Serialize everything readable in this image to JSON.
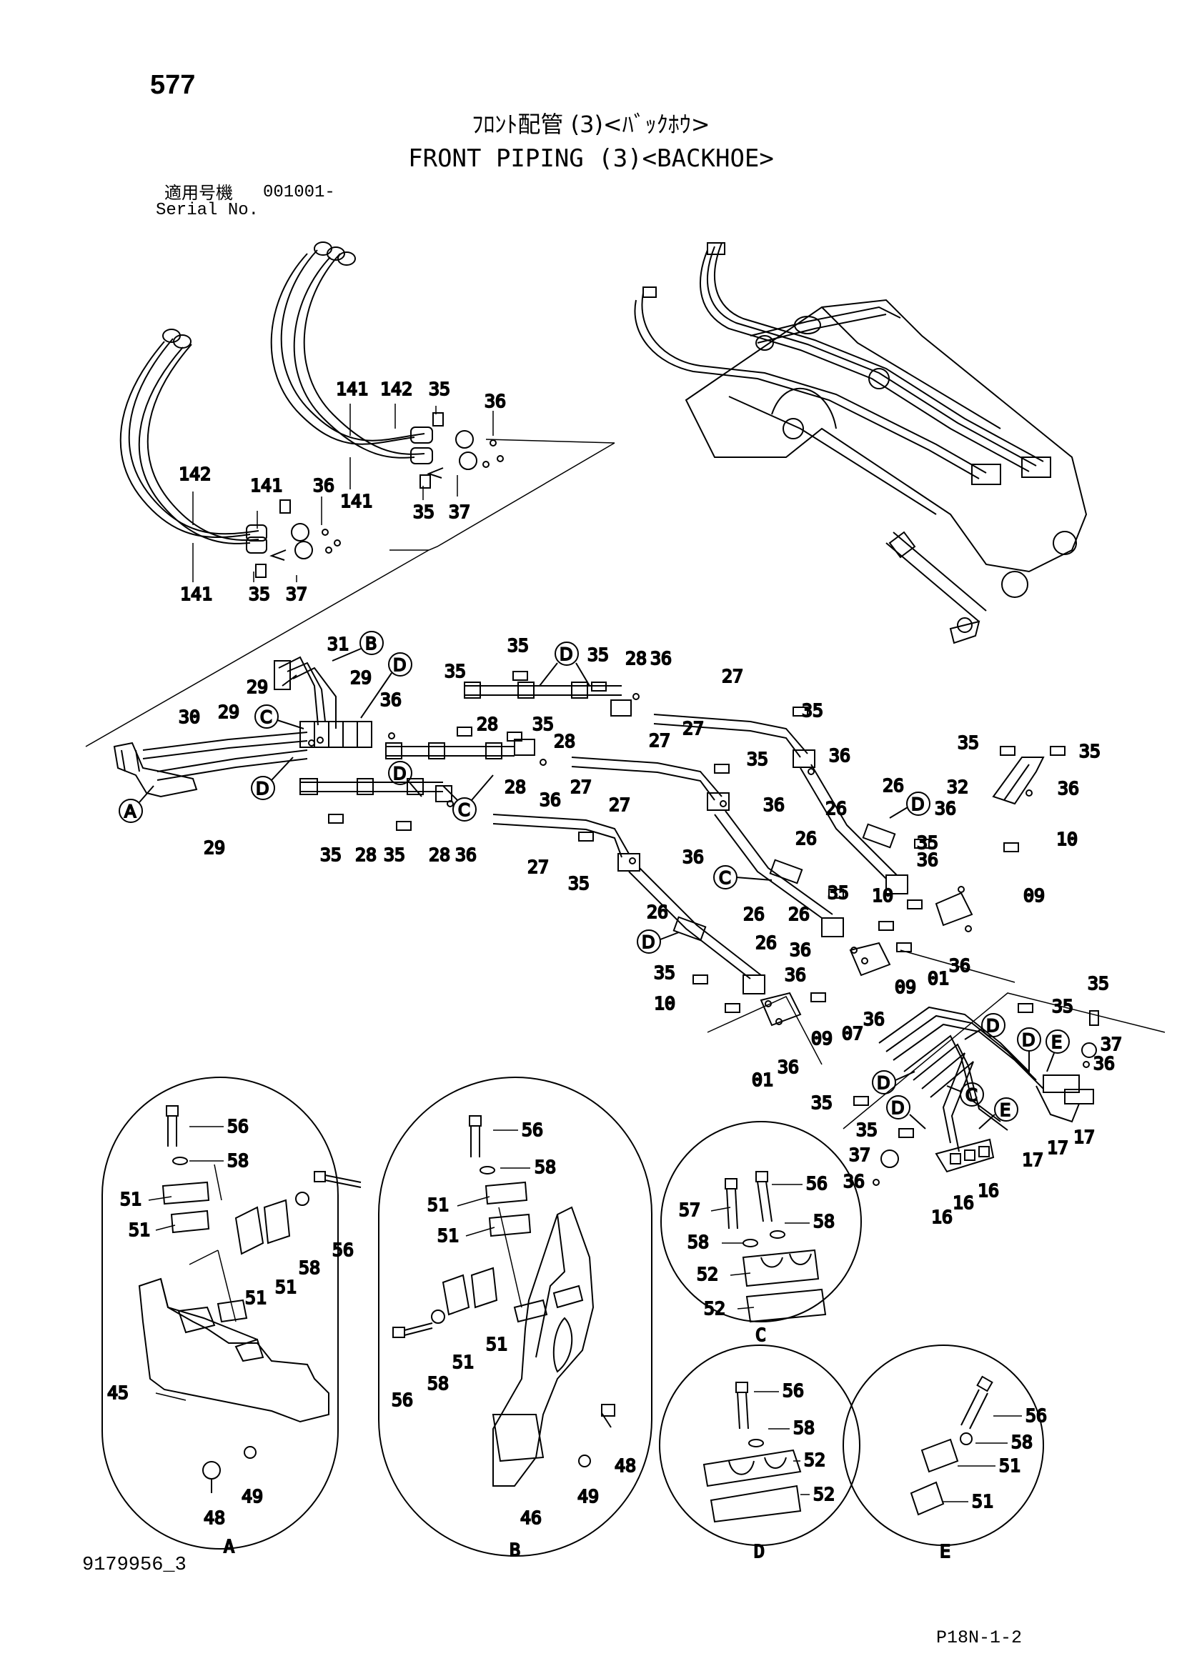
{
  "page_number": "577",
  "title": {
    "japanese": "ﾌﾛﾝﾄ配管 (3)<ﾊﾞｯｸﾎｳ>",
    "english": "FRONT PIPING (3)<BACKHOE>"
  },
  "serial": {
    "label_jp": "適用号機",
    "value": "001001-",
    "label_en": "Serial No."
  },
  "callouts": {
    "c141": "141",
    "c142": "142",
    "c35": "35",
    "c36": "36",
    "c37": "37",
    "c31": "31",
    "c29": "29",
    "c30": "30",
    "c28": "28",
    "c27": "27",
    "c26": "26",
    "c10": "10",
    "c09": "09",
    "c07": "07",
    "c01": "01",
    "c32": "32",
    "c16": "16",
    "c17": "17",
    "c56": "56",
    "c58": "58",
    "c51": "51",
    "c45": "45",
    "c48": "48",
    "c49": "49",
    "c46": "46",
    "c57": "57",
    "c52": "52"
  },
  "detail_letters": {
    "A": "A",
    "B": "B",
    "C": "C",
    "D": "D",
    "E": "E"
  },
  "doc_id": "9179956_3",
  "page_code": "P18N-1-2"
}
